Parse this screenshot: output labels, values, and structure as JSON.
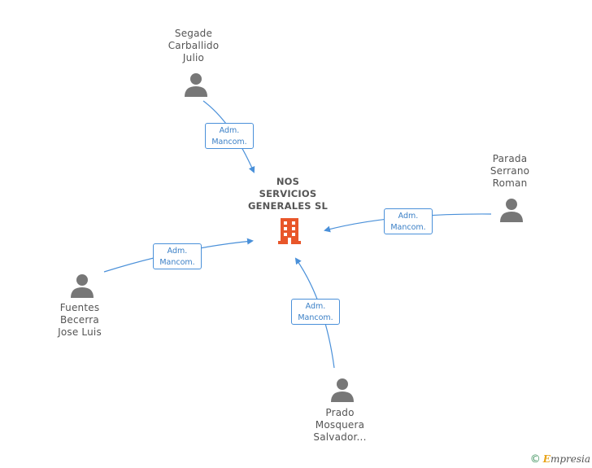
{
  "company": {
    "name_lines": [
      "NOS",
      "SERVICIOS",
      "GENERALES SL"
    ],
    "color": "#e8562a",
    "icon": "building-icon"
  },
  "people": [
    {
      "id": "segade",
      "lines": [
        "Segade",
        "Carballido",
        "Julio"
      ],
      "icon": "person-icon"
    },
    {
      "id": "parada",
      "lines": [
        "Parada",
        "Serrano",
        "Roman"
      ],
      "icon": "person-icon"
    },
    {
      "id": "fuentes",
      "lines": [
        "Fuentes",
        "Becerra",
        "Jose Luis"
      ],
      "icon": "person-icon"
    },
    {
      "id": "prado",
      "lines": [
        "Prado",
        "Mosquera",
        "Salvador..."
      ],
      "icon": "person-icon"
    }
  ],
  "relations": [
    {
      "from": "segade",
      "lines": [
        "Adm.",
        "Mancom."
      ]
    },
    {
      "from": "parada",
      "lines": [
        "Adm.",
        "Mancom."
      ]
    },
    {
      "from": "fuentes",
      "lines": [
        "Adm.",
        "Mancom."
      ]
    },
    {
      "from": "prado",
      "lines": [
        "Adm.",
        "Mancom."
      ]
    }
  ],
  "colors": {
    "edge": "#4a90d9",
    "person": "#777777",
    "text": "#555555"
  },
  "footer": {
    "copyright": "©",
    "brand_initial": "E",
    "brand_rest": "mpresia"
  }
}
